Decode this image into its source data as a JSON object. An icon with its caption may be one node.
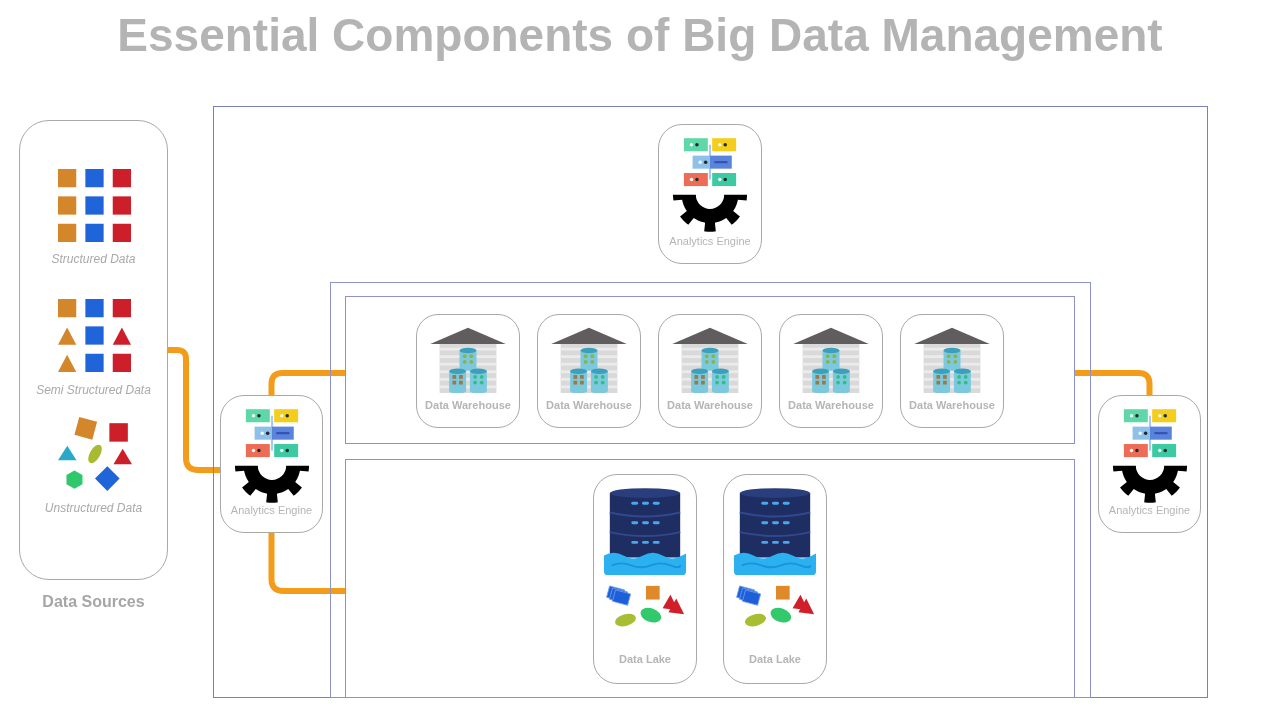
{
  "diagram": {
    "title": "Essential Components of Big Data Management",
    "nodes": [
      {
        "text": [
          "Structured Data",
          "Semi Structured Data",
          "Unstructured Data",
          "Data Sources"
        ]
      },
      {
        "text": [],
        "shape": "box"
      },
      {
        "text": [
          "Analytics Engine"
        ],
        "in": 1
      },
      {
        "text": [
          "Analytics Engine"
        ],
        "in": 1
      },
      {
        "text": [],
        "shape": "box",
        "in": 1
      },
      {
        "text": [],
        "shape": "box",
        "in": 4
      },
      {
        "text": [
          "Data Warehouse"
        ],
        "in": 5
      },
      {
        "text": [
          "Data Warehouse"
        ],
        "in": 5
      },
      {
        "text": [
          "Data Warehouse"
        ],
        "in": 5
      },
      {
        "text": [
          "Data Warehouse"
        ],
        "in": 5
      },
      {
        "text": [
          "Data Warehouse"
        ],
        "in": 5
      },
      {
        "text": [],
        "shape": "box",
        "in": 4
      },
      {
        "text": [
          "Data Lake"
        ],
        "in": 11
      },
      {
        "text": [
          "Data Lake"
        ],
        "in": 11
      },
      {
        "text": [
          "Analytics Engine"
        ],
        "in": 1
      }
    ],
    "edges": [
      {
        "from": 0,
        "to": 3,
        "arrow": "none"
      },
      {
        "from": 3,
        "to": 5,
        "arrow": "none"
      },
      {
        "from": 3,
        "to": 11,
        "arrow": "none"
      },
      {
        "from": 5,
        "to": 14,
        "arrow": "none"
      }
    ]
  }
}
